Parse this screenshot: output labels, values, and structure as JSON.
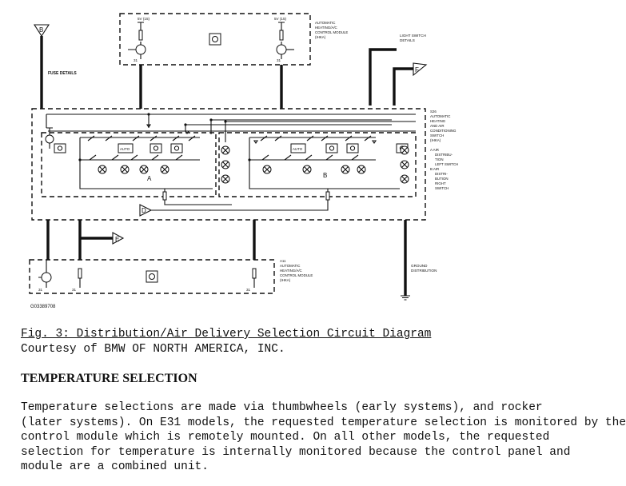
{
  "diagram": {
    "figure_code": "G03389708",
    "top_module": {
      "label_lines": [
        "AUTOMATIC",
        "HEATING/A/C",
        "CONTROL MODULE",
        "(IHKA)"
      ],
      "supply_left": "5V (15)",
      "supply_right": "5V (15)",
      "ground_left": "31",
      "ground_right": "31"
    },
    "bottom_module": {
      "label_lines": [
        "A11",
        "AUTOMATIC",
        "HEATING/A/C",
        "CONTROL MODULE",
        "(IHKA)"
      ],
      "pin_a": "31",
      "pin_b": "31",
      "pin_c": "31"
    },
    "switch_block": {
      "label_lines": [
        "S26",
        "AUTOMATIC",
        "HEATING",
        "AND AIR",
        "CONDITIONING",
        "SWITCH",
        "(IHKA)"
      ],
      "sub_a_lines": [
        "A   AIR",
        "DISTRIBU-",
        "TION",
        "LEFT SWITCH"
      ],
      "sub_b_lines": [
        "B   AIR",
        "DISTRI-",
        "BUTION",
        "RIGHT",
        "SWITCH"
      ],
      "auto_label": "AUTO",
      "group_a": "A",
      "group_b": "B"
    },
    "connectors": {
      "b": "B",
      "d": "D",
      "e": "E",
      "f": "F"
    },
    "fuse_details": "FUSE DETAILS",
    "light_switch_lines": [
      "LIGHT SWITCH",
      "DETAILS"
    ],
    "ground_distribution_lines": [
      "GROUND",
      "DISTRIBUTION"
    ]
  },
  "caption": {
    "title": "Fig. 3: Distribution/Air Delivery Selection Circuit Diagram",
    "credit": "Courtesy of BMW OF NORTH AMERICA, INC."
  },
  "section": {
    "heading": "TEMPERATURE SELECTION",
    "lines": [
      "Temperature selections are made via thumbwheels (early systems), and rocker",
      "(later systems). On E31 models, the requested temperature selection is monitored by the",
      "control module which is remotely mounted. On all other models, the requested",
      "selection for temperature is internally monitored because the control panel and",
      "module are a combined unit."
    ]
  }
}
